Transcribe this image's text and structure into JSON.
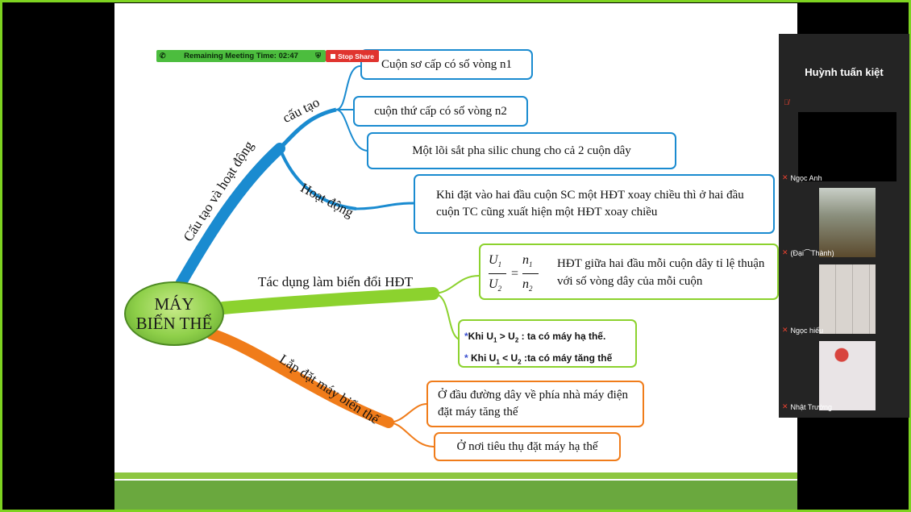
{
  "meeting": {
    "remaining_time": "Remaining Meeting Time: 02:47",
    "stop_share_label": "Stop Share"
  },
  "participants": {
    "host_name": "Huỳnh tuấn kiệt",
    "tiles": [
      {
        "name": "Ngọc Anh"
      },
      {
        "name": "(Đại⌒Thành)"
      },
      {
        "name": "Ngọc hiếu"
      },
      {
        "name": "Nhật Trường"
      }
    ],
    "mic_icon": "mic-muted-icon"
  },
  "mindmap": {
    "root": [
      "MÁY",
      "BIẾN THẾ"
    ],
    "branch_structure": "Cấu tạo và hoạt động",
    "sub_structure": "cấu tạo",
    "sub_operation": "Hoạt động",
    "branch_function": "Tác dụng làm biến đổi HĐT",
    "branch_install": "Lắp đặt máy biến thế",
    "structure_items": [
      "Cuộn sơ cấp có số vòng n1",
      "cuộn thứ cấp có số vòng n2",
      "Một lõi sắt pha silic chung cho cả 2 cuộn dây"
    ],
    "operation_text": "Khi đặt vào hai đầu cuộn SC một HĐT xoay chiều thì ở hai đầu cuộn TC cũng xuất hiện một HĐT xoay chiều",
    "formula": {
      "u1": "U",
      "u1_sub": "1",
      "u2": "U",
      "u2_sub": "2",
      "n1": "n",
      "n1_sub": "1",
      "n2": "n",
      "n2_sub": "2",
      "equals": "="
    },
    "formula_text": "HĐT giữa hai đầu mỗi cuộn dây tỉ lệ thuận với số vòng dây của mỗi cuộn",
    "cases": [
      {
        "bullet": "*",
        "text1": "Khi U",
        "sub1": "1",
        "op": " > U",
        "sub2": "2",
        "text2": " : ta có máy hạ thế."
      },
      {
        "bullet": "*",
        "text1": "Khi U",
        "sub1": "1",
        "op": " < U",
        "sub2": "2",
        "text2": " :ta có máy tăng thế"
      }
    ],
    "install_items": [
      "Ở đầu đường dây về phía nhà máy điện đặt máy tăng thế",
      "Ở nơi tiêu thụ đặt máy hạ thế"
    ]
  },
  "colors": {
    "blue": "#1a8bd0",
    "green": "#8cd22e",
    "orange": "#f07c1a",
    "frame": "#7ed321"
  }
}
